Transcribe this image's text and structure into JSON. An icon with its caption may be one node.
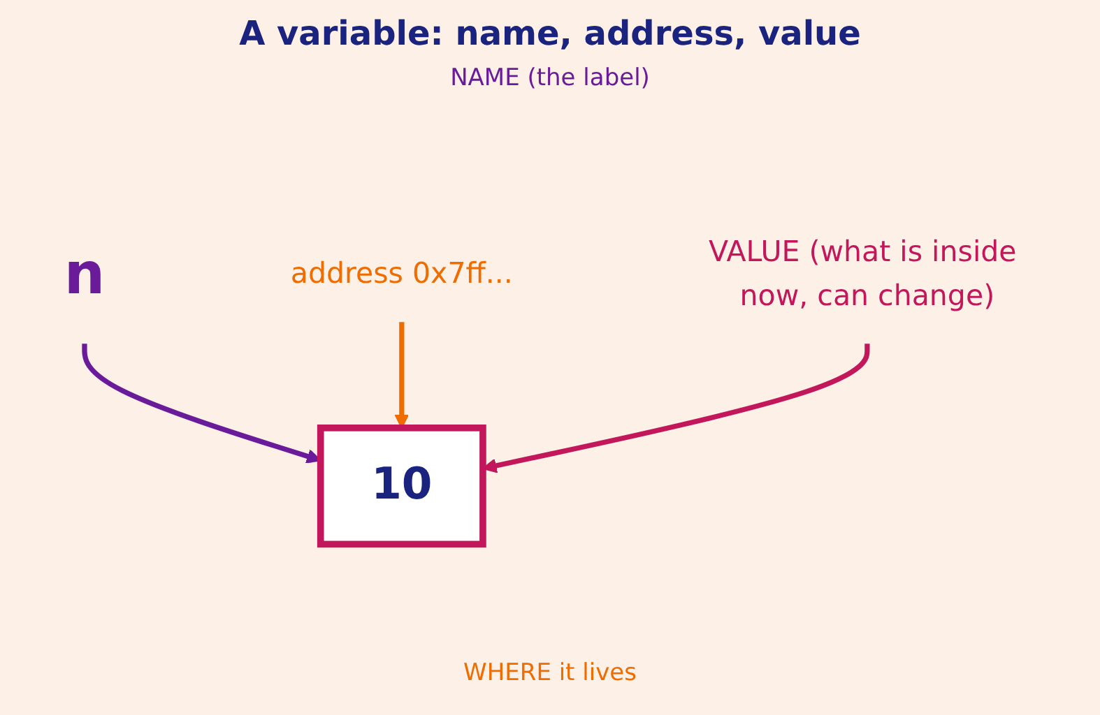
{
  "diagram": {
    "title": "A variable: name, address, value",
    "nodes": [
      {
        "text": [
          "n"
        ]
      },
      {
        "text": [
          "address 0x7ff..."
        ]
      },
      {
        "text": [
          "10"
        ]
      },
      {
        "text": [
          "VALUE (what is inside now, can change)"
        ]
      }
    ],
    "edges": [
      {
        "from": 0,
        "to": 2,
        "arrow": "to",
        "color": "#6a1b9a"
      },
      {
        "from": 1,
        "to": 2,
        "arrow": "to",
        "color": "#ef6c00"
      },
      {
        "from": 3,
        "to": 2,
        "arrow": "to",
        "color": "#c2185b"
      }
    ],
    "labels": [
      "NAME (the label)",
      "WHERE it lives"
    ]
  }
}
